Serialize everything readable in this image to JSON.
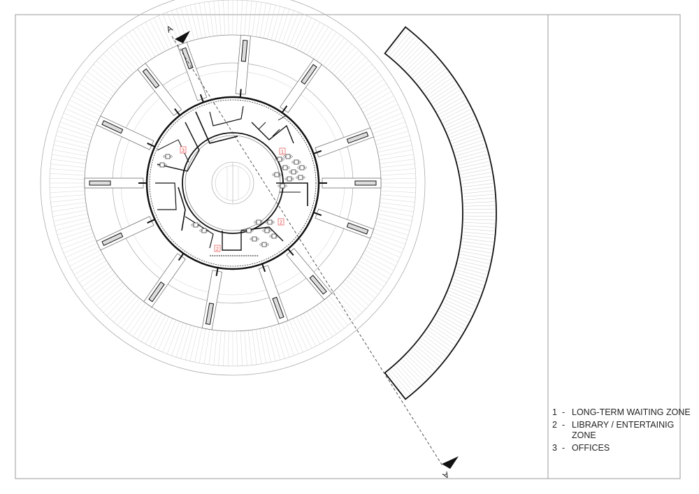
{
  "drawing": {
    "section_marker_label": "A",
    "room_tags": [
      "1",
      "2",
      "2",
      "3"
    ]
  },
  "legend": {
    "items": [
      {
        "number": "1",
        "separator": "-",
        "text": "LONG-TERM WAITING ZONE"
      },
      {
        "number": "2",
        "separator": "-",
        "text": "LIBRARY / ENTERTAINIG ZONE"
      },
      {
        "number": "3",
        "separator": "-",
        "text": "OFFICES"
      }
    ]
  },
  "colors": {
    "line": "#222222",
    "fine_line": "#9a9a9a",
    "tag": "#e03030"
  }
}
